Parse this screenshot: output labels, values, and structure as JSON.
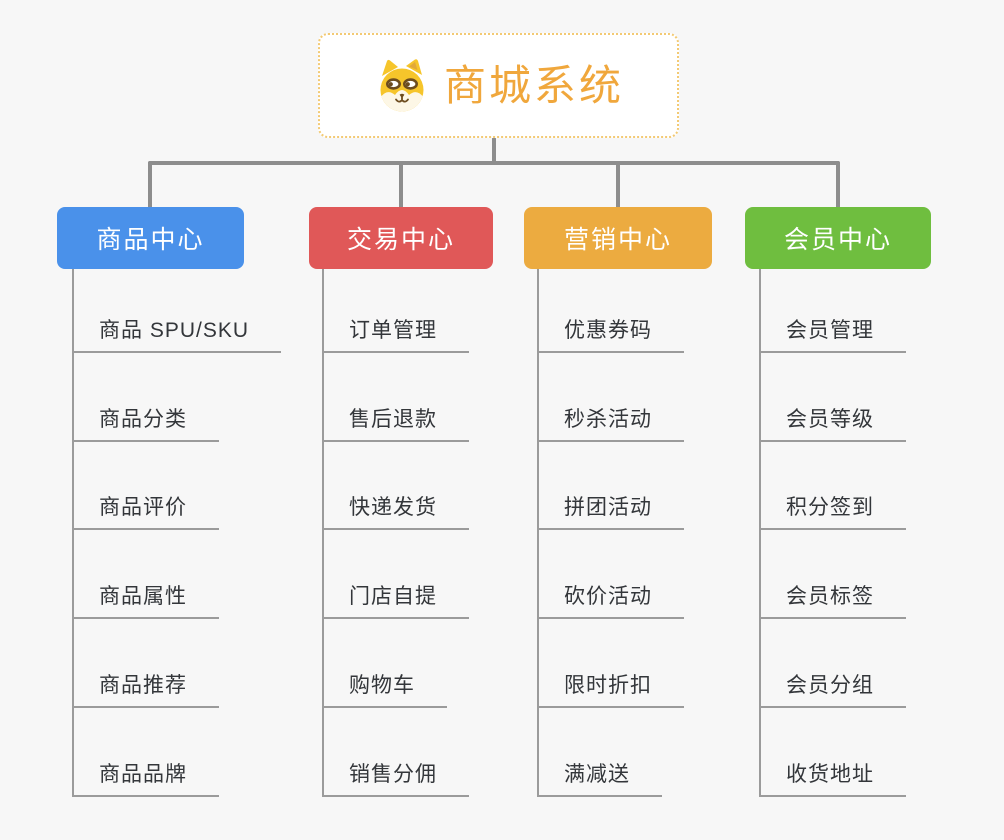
{
  "page": {
    "background_color": "#f7f7f7",
    "connector_color": "#8d8d8d",
    "leaf_line_color": "#9b9b9b"
  },
  "root": {
    "title": "商城系统",
    "icon": "shiba-dog-icon",
    "title_color": "#f0a73c",
    "border_color": "#f3ca74"
  },
  "branches": [
    {
      "label": "商品中心",
      "color": "#4a91ea",
      "items": [
        "商品 SPU/SKU",
        "商品分类",
        "商品评价",
        "商品属性",
        "商品推荐",
        "商品品牌"
      ]
    },
    {
      "label": "交易中心",
      "color": "#e05858",
      "items": [
        "订单管理",
        "售后退款",
        "快递发货",
        "门店自提",
        "购物车",
        "销售分佣"
      ]
    },
    {
      "label": "营销中心",
      "color": "#ecab40",
      "items": [
        "优惠券码",
        "秒杀活动",
        "拼团活动",
        "砍价活动",
        "限时折扣",
        "满减送"
      ]
    },
    {
      "label": "会员中心",
      "color": "#6fbe3f",
      "items": [
        "会员管理",
        "会员等级",
        "积分签到",
        "会员标签",
        "会员分组",
        "收货地址"
      ]
    }
  ]
}
